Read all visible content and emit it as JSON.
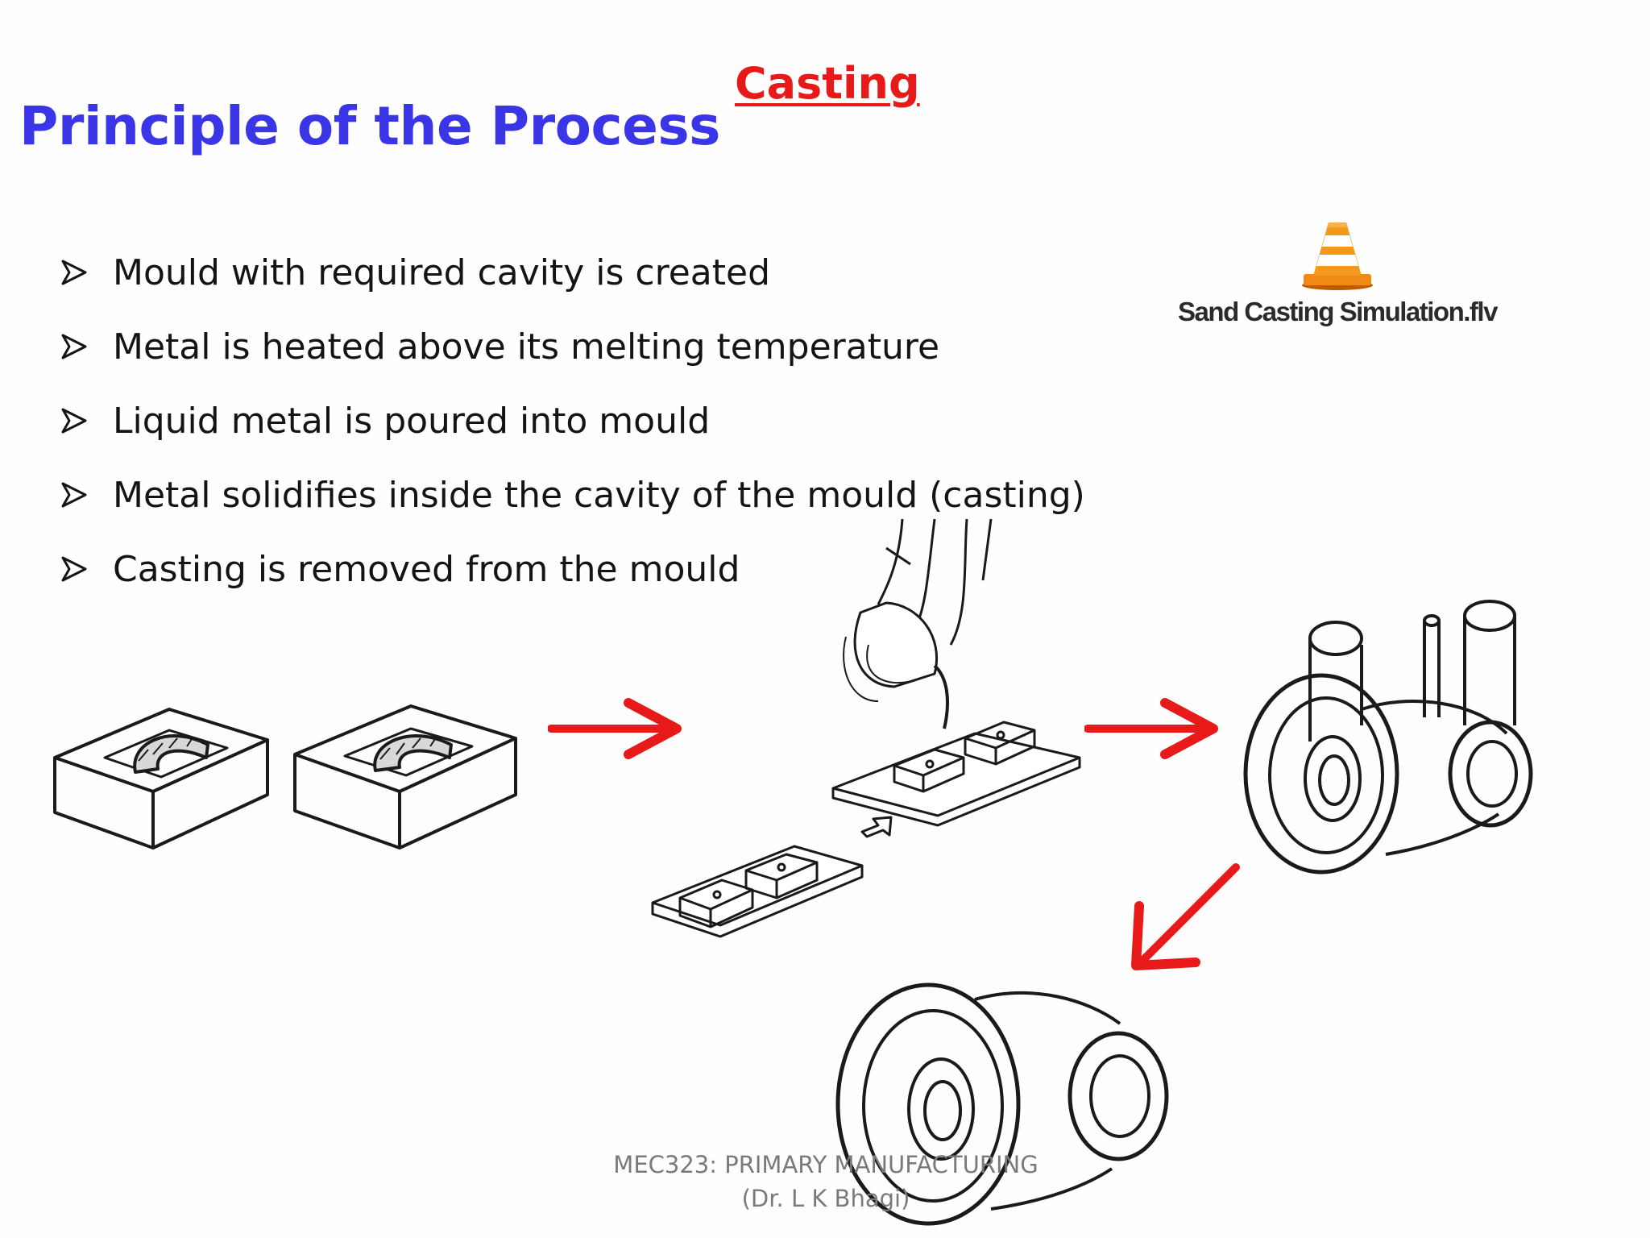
{
  "slide": {
    "section_title": "Casting",
    "title": "Principle of the Process",
    "bullets": [
      "Mould with required cavity is created",
      "Metal is heated above its melting temperature",
      "Liquid metal is poured into mould",
      "Metal solidifies inside the cavity of the mould (casting)",
      "Casting is removed from the mould"
    ],
    "media": {
      "icon": "vlc-cone-icon",
      "filename": "Sand Casting Simulation.flv"
    },
    "footer": {
      "line1": "MEC323: PRIMARY MANUFACTURING",
      "line2": "(Dr. L K Bhagi)"
    },
    "colors": {
      "title": "#3a35e6",
      "section_title": "#e81919",
      "arrows": "#e81919",
      "text": "#141414"
    }
  }
}
